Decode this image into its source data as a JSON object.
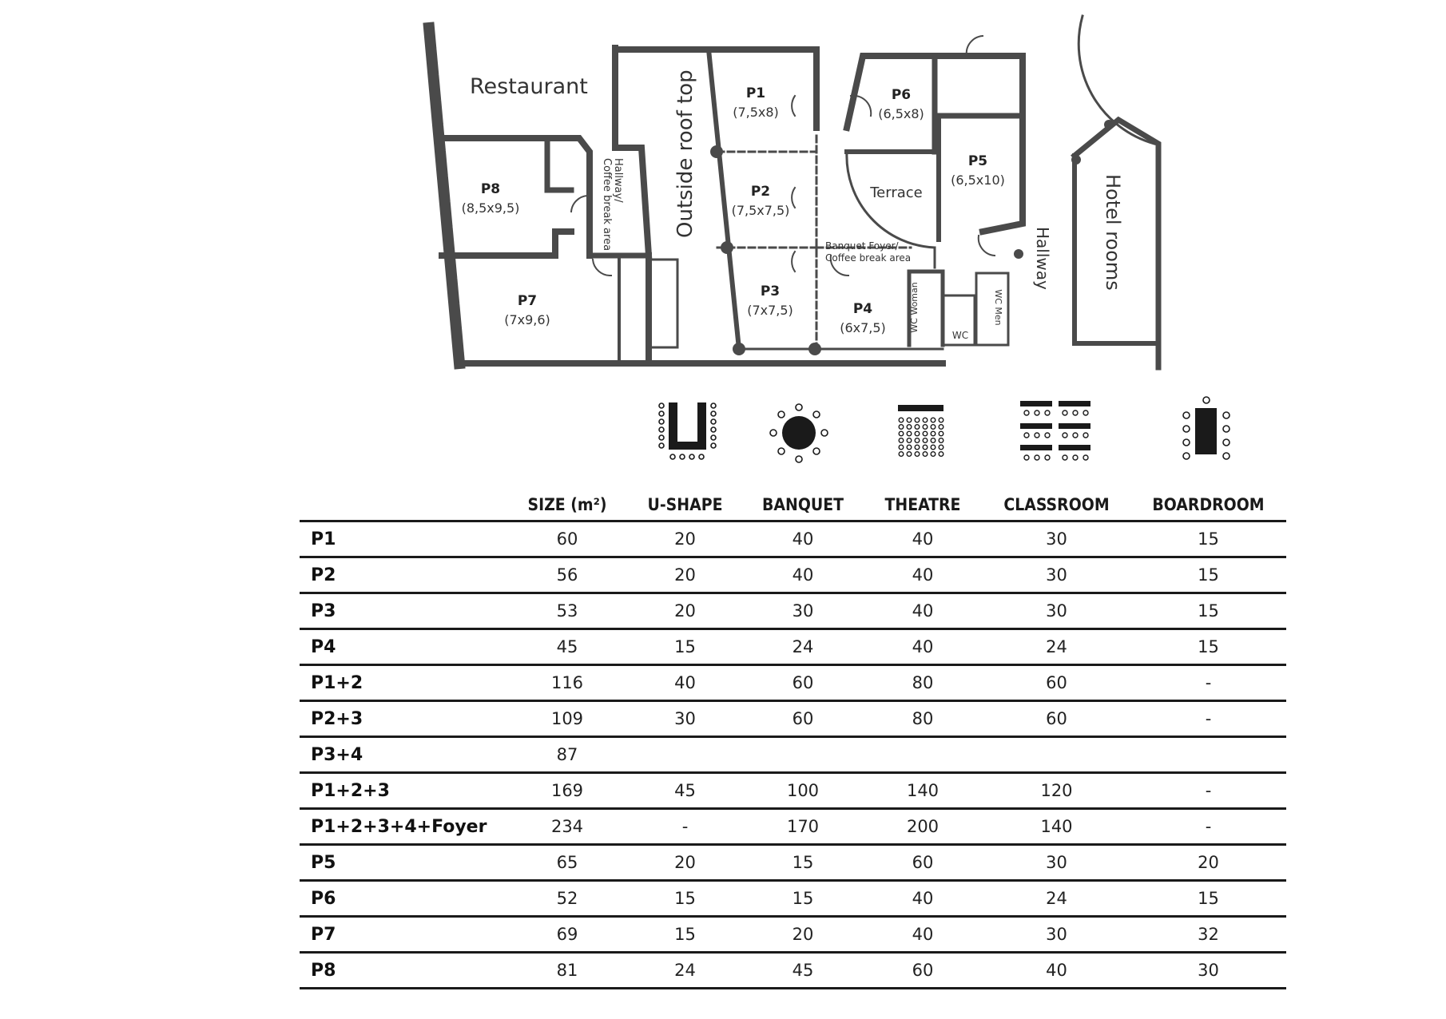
{
  "plan": {
    "restaurant": "Restaurant",
    "hallway_coffee_1": "Hallway/",
    "hallway_coffee_2": "Coffee break area",
    "outside_roof": "Outside roof top",
    "terrace": "Terrace",
    "foyer_1": "Banquet Foyer/",
    "foyer_2": "Coffee break area",
    "hallway": "Hallway",
    "hotel_rooms": "Hotel rooms",
    "wc": "WC",
    "wc_woman": "WC Woman",
    "wc_men": "WC Men",
    "rooms": [
      {
        "name": "P1",
        "dims": "(7,5x8)"
      },
      {
        "name": "P2",
        "dims": "(7,5x7,5)"
      },
      {
        "name": "P3",
        "dims": "(7x7,5)"
      },
      {
        "name": "P4",
        "dims": "(6x7,5)"
      },
      {
        "name": "P5",
        "dims": "(6,5x10)"
      },
      {
        "name": "P6",
        "dims": "(6,5x8)"
      },
      {
        "name": "P7",
        "dims": "(7x9,6)"
      },
      {
        "name": "P8",
        "dims": "(8,5x9,5)"
      }
    ]
  },
  "layout_icons": [
    "u-shape-layout-icon",
    "banquet-layout-icon",
    "theatre-layout-icon",
    "classroom-layout-icon",
    "boardroom-layout-icon"
  ],
  "table": {
    "headers": [
      "",
      "SIZE (m²)",
      "U-SHAPE",
      "BANQUET",
      "THEATRE",
      "CLASSROOM",
      "BOARDROOM"
    ],
    "rows": [
      [
        "P1",
        "60",
        "20",
        "40",
        "40",
        "30",
        "15"
      ],
      [
        "P2",
        "56",
        "20",
        "40",
        "40",
        "30",
        "15"
      ],
      [
        "P3",
        "53",
        "20",
        "30",
        "40",
        "30",
        "15"
      ],
      [
        "P4",
        "45",
        "15",
        "24",
        "40",
        "24",
        "15"
      ],
      [
        "P1+2",
        "116",
        "40",
        "60",
        "80",
        "60",
        "-"
      ],
      [
        "P2+3",
        "109",
        "30",
        "60",
        "80",
        "60",
        "-"
      ],
      [
        "P3+4",
        "87",
        "",
        "",
        "",
        "",
        ""
      ],
      [
        "P1+2+3",
        "169",
        "45",
        "100",
        "140",
        "120",
        "-"
      ],
      [
        "P1+2+3+4+Foyer",
        "234",
        "-",
        "170",
        "200",
        "140",
        "-"
      ],
      [
        "P5",
        "65",
        "20",
        "15",
        "60",
        "30",
        "20"
      ],
      [
        "P6",
        "52",
        "15",
        "15",
        "40",
        "24",
        "15"
      ],
      [
        "P7",
        "69",
        "15",
        "20",
        "40",
        "30",
        "32"
      ],
      [
        "P8",
        "81",
        "24",
        "45",
        "60",
        "40",
        "30"
      ]
    ]
  }
}
